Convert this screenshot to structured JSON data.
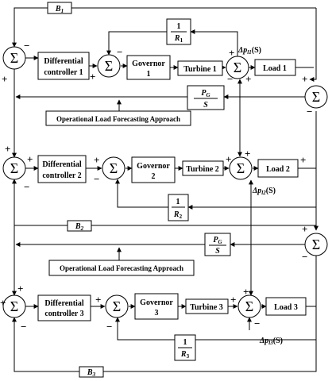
{
  "areas": [
    {
      "controller": [
        "Differential",
        "controller 1"
      ],
      "governor": [
        "Governor",
        "1"
      ],
      "turbine": "Turbine 1",
      "load": "Load 1",
      "droop": {
        "num": "1",
        "den": "R",
        "sub": "1"
      },
      "bias": {
        "main": "B",
        "sub": "1"
      },
      "delta": {
        "main": "Δp",
        "sub": "l1",
        "arg": "(S)"
      }
    },
    {
      "controller": [
        "Differential",
        "controller 2"
      ],
      "governor": [
        "Governor",
        "2"
      ],
      "turbine": "Turbine 2",
      "load": "Load 2",
      "droop": {
        "num": "1",
        "den": "R",
        "sub": "2"
      },
      "bias": {
        "main": "B",
        "sub": "2"
      },
      "delta": {
        "main": "Δp",
        "sub": "l2",
        "arg": "(S)"
      }
    },
    {
      "controller": [
        "Differential",
        "controller 3"
      ],
      "governor": [
        "Governor",
        "3"
      ],
      "turbine": "Turbine 3",
      "load": "Load 3",
      "droop": {
        "num": "1",
        "den": "R",
        "sub": "3"
      },
      "bias": {
        "main": "B",
        "sub": "3"
      },
      "delta": {
        "main": "Δp",
        "sub": "l3",
        "arg": "(S)"
      }
    }
  ],
  "tieline": {
    "num_main": "P",
    "num_sub": "G",
    "den": "S"
  },
  "forecast_label": "Operational Load Forecasting Approach",
  "sum_symbol": "Σ",
  "signs": {
    "plus": "+",
    "minus": "−"
  }
}
